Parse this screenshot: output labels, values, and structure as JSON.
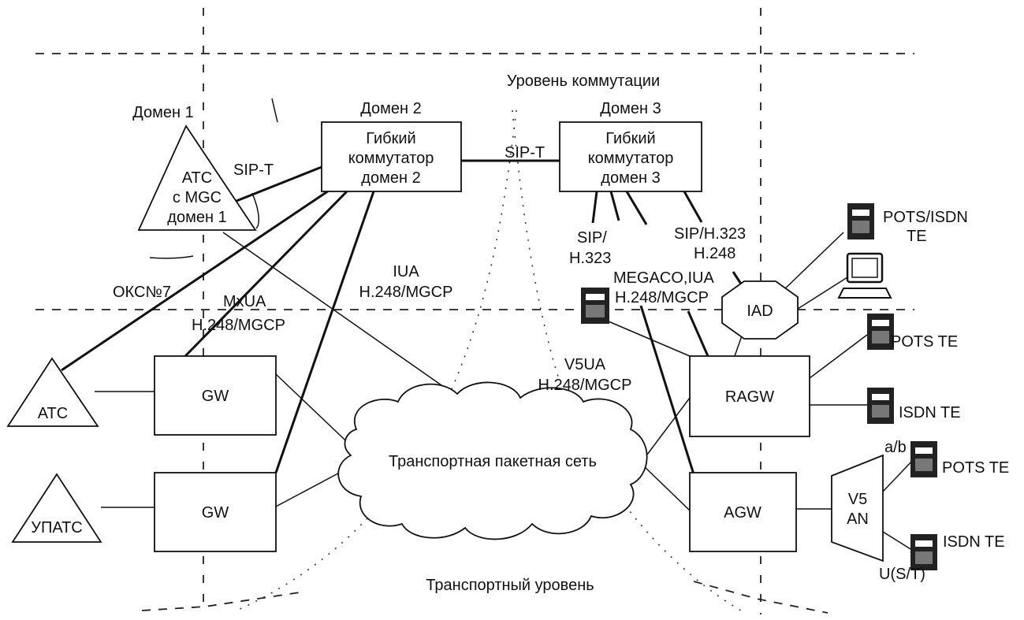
{
  "labels": {
    "switching_level": "Уровень коммутации",
    "transport_level": "Транспортный уровень",
    "domain1": "Домен 1",
    "domain2": "Домен 2",
    "domain3": "Домен 3",
    "okcn7": "ОКС№7",
    "mxua": "MxUA",
    "mxua_h248": "H.248/MGCP",
    "iua": "IUA",
    "iua_h248": "H.248/MGCP",
    "sip_t_left": "SIP-T",
    "sip_t_mid": "SIP-T",
    "sip_h323_a": "SIP/",
    "sip_h323_b": "H.323",
    "sip_h323_h248_a": "SIP/H.323",
    "sip_h323_h248_b": "H.248",
    "megaco_a": "MEGACO,IUA",
    "megaco_b": "H.248/MGCP",
    "v5ua_a": "V5UA",
    "v5ua_b": "H.248/MGCP",
    "ab": "a/b",
    "ust": "U(S/T)"
  },
  "nodes": {
    "softswitch2": [
      "Гибкий",
      "коммутатор",
      "домен 2"
    ],
    "softswitch3": [
      "Гибкий",
      "коммутатор",
      "домен 3"
    ],
    "ats_mgc": [
      "АТС",
      "с MGC",
      "домен 1"
    ],
    "ats": "АТС",
    "upats": "УПАТС",
    "gw1": "GW",
    "gw2": "GW",
    "cloud": "Транспортная пакетная сеть",
    "ragw": "RAGW",
    "agw": "AGW",
    "iad": "IAD",
    "v5an": [
      "V5",
      "AN"
    ],
    "pots_isdn_te": [
      "POTS/ISDN",
      "TE"
    ],
    "pots_te_1": "POTS TE",
    "isdn_te_1": "ISDN TE",
    "pots_te_2": "POTS TE",
    "isdn_te_2": "ISDN TE"
  },
  "icons": [
    "phone-terminal-icon",
    "computer-icon"
  ]
}
